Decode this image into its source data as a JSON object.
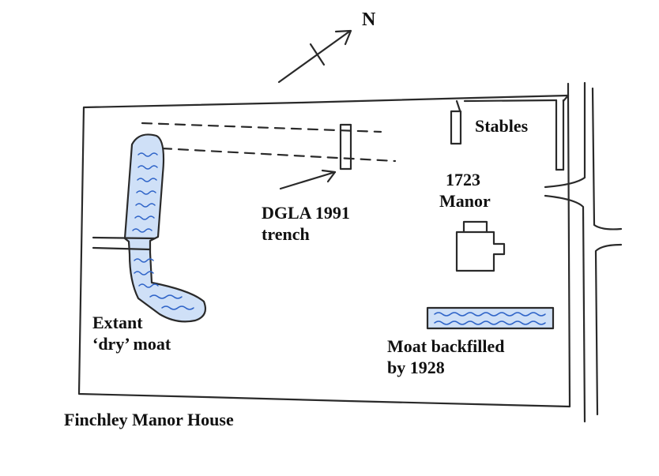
{
  "north_label": "N",
  "labels": {
    "stables": "Stables",
    "manor_year": "1723",
    "manor_name": "Manor",
    "trench_line1": "DGLA 1991",
    "trench_line2": "trench",
    "moat_extant_line1": "Extant",
    "moat_extant_line2": "‘dry’ moat",
    "moat_backfilled_line1": "Moat backfilled",
    "moat_backfilled_line2": "by 1928"
  },
  "caption": "Finchley Manor House",
  "colors": {
    "ink": "#2a2a2a",
    "water_fill": "#cfe0f7",
    "water_wave": "#2f64c8"
  }
}
